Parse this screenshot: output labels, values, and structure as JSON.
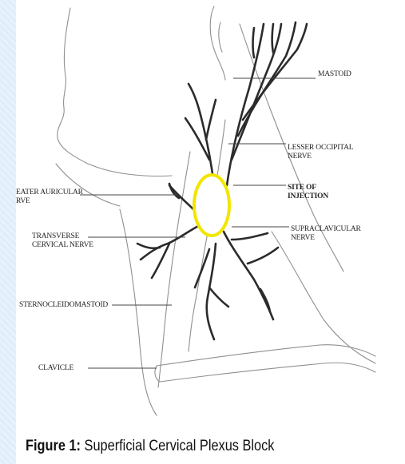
{
  "labels": {
    "mastoid": "MASTOID",
    "lesser_occipital": "LESSER OCCIPITAL\nNERVE",
    "site_of_injection": "SITE OF\nINJECTION",
    "supraclavicular": "SUPRACLAVICULAR\nNERVE",
    "greater_auricular": "EATER AURICULAR\nRVE",
    "transverse_cervical": "TRANSVERSE\nCERVICAL NERVE",
    "sternocleidomastoid": "STERNOCLEIDOMASTOID",
    "clavicle": "CLAVICLE"
  },
  "caption": {
    "prefix": "Figure 1:",
    "text": " Superficial Cervical Plexus Block"
  },
  "colors": {
    "injection_ring": "#f2e600",
    "nerve": "#2b2b2b",
    "outline": "#8a8a8a"
  }
}
